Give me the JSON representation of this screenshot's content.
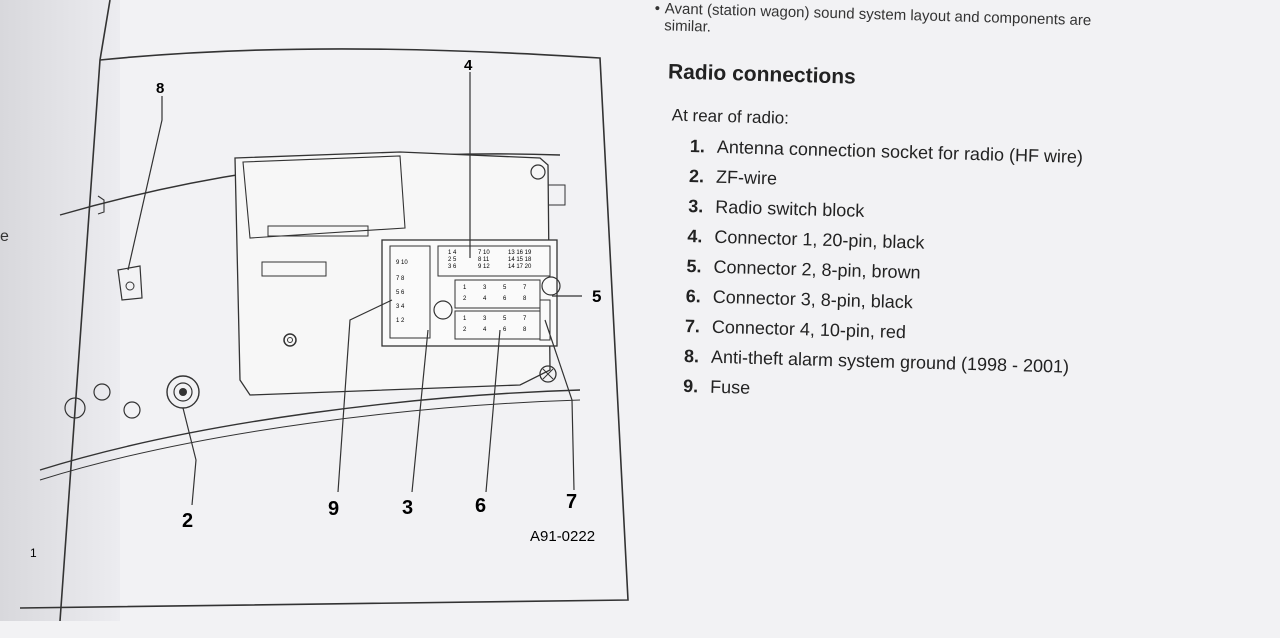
{
  "page": {
    "left_fragment": "e",
    "intro_bullet": "•",
    "intro_line1": "Avant (station wagon) sound system layout and components are",
    "intro_line2": "similar.",
    "heading": "Radio connections",
    "subhead": "At rear of radio:",
    "items": [
      {
        "num": "1.",
        "label": "Antenna connection socket for radio (HF wire)"
      },
      {
        "num": "2.",
        "label": "ZF-wire"
      },
      {
        "num": "3.",
        "label": "Radio switch block"
      },
      {
        "num": "4.",
        "label": "Connector 1, 20-pin, black"
      },
      {
        "num": "5.",
        "label": "Connector 2, 8-pin, brown"
      },
      {
        "num": "6.",
        "label": "Connector 3, 8-pin, black"
      },
      {
        "num": "7.",
        "label": "Connector 4, 10-pin, red"
      },
      {
        "num": "8.",
        "label": "Anti-theft alarm system ground (1998 - 2001)"
      },
      {
        "num": "9.",
        "label": "Fuse"
      }
    ]
  },
  "diagram": {
    "figure_id": "A91-0222",
    "callouts": [
      "2",
      "3",
      "4",
      "5",
      "6",
      "7",
      "8",
      "9"
    ],
    "page_mark": "1",
    "pins_top_left": "1 4\n2 5\n3 6",
    "pins_top_mid": "7 10\n8 11\n9 12",
    "pins_top_right": "13 16 19\n14 15 18\n14 17 20",
    "pins_row_a": [
      "1",
      "3",
      "5",
      "7"
    ],
    "pins_row_b": [
      "2",
      "4",
      "6",
      "8"
    ],
    "pins_side": [
      "9 10",
      "7 8",
      "5 6",
      "3 4",
      "1 2"
    ]
  }
}
